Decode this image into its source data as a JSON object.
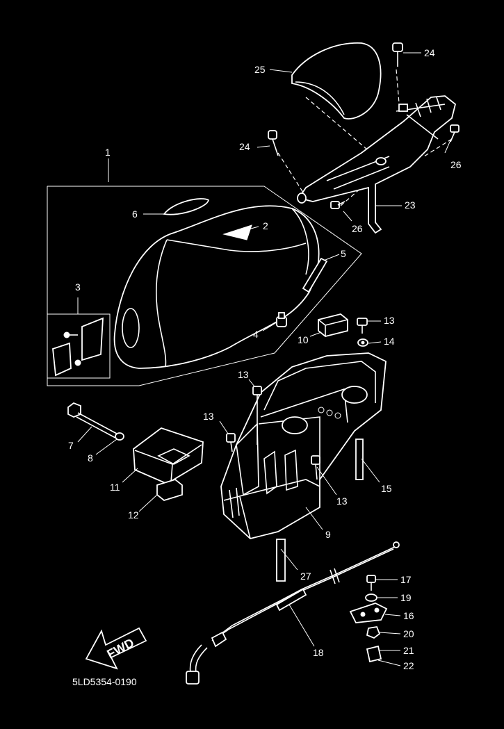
{
  "diagram": {
    "drawing_code": "5LD5354-0190",
    "direction_arrow_text": "FWD",
    "callouts": {
      "c1": "1",
      "c2": "2",
      "c3": "3",
      "c4": "4",
      "c5": "5",
      "c6": "6",
      "c7": "7",
      "c8": "8",
      "c9": "9",
      "c10": "10",
      "c11": "11",
      "c12": "12",
      "c13a": "13",
      "c13b": "13",
      "c13c": "13",
      "c13d": "13",
      "c14": "14",
      "c15": "15",
      "c16": "16",
      "c17": "17",
      "c18": "18",
      "c19": "19",
      "c20": "20",
      "c21": "21",
      "c22": "22",
      "c23": "23",
      "c24a": "24",
      "c24b": "24",
      "c25": "25",
      "c26a": "26",
      "c26b": "26",
      "c27": "27"
    }
  }
}
